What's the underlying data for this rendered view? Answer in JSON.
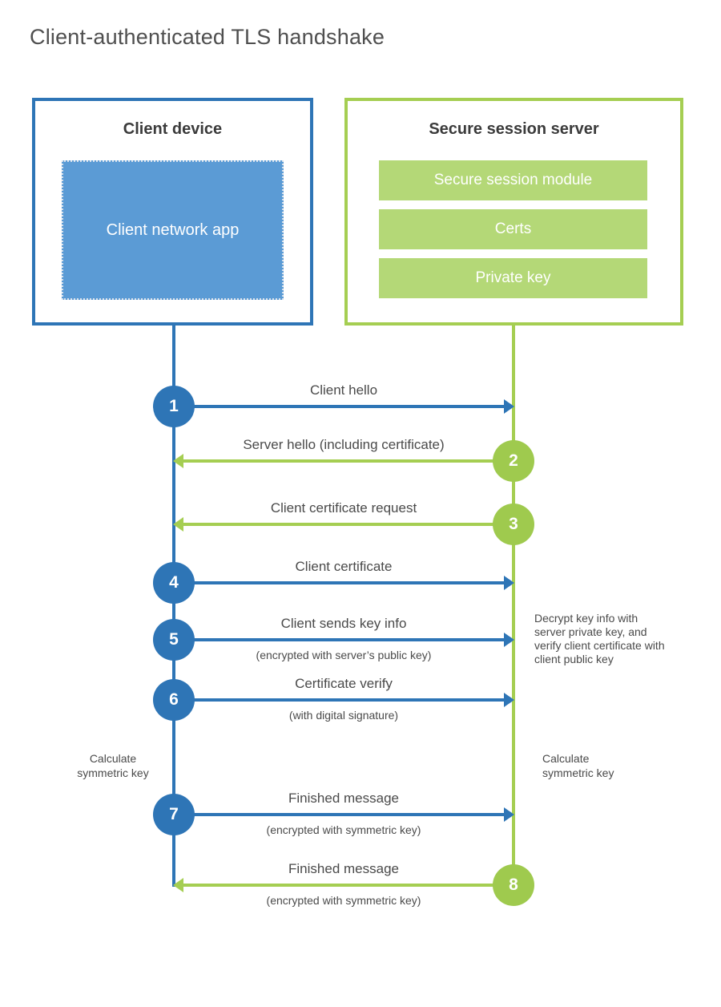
{
  "title": "Client-authenticated TLS handshake",
  "client": {
    "title": "Client device",
    "app_label": "Client network app"
  },
  "server": {
    "title": "Secure session server",
    "modules": [
      "Secure session module",
      "Certs",
      "Private key"
    ]
  },
  "messages": [
    {
      "num": "1",
      "label": "Client hello",
      "sublabel": ""
    },
    {
      "num": "2",
      "label": "Server hello (including certificate)",
      "sublabel": ""
    },
    {
      "num": "3",
      "label": "Client certificate request",
      "sublabel": ""
    },
    {
      "num": "4",
      "label": "Client certificate",
      "sublabel": ""
    },
    {
      "num": "5",
      "label": "Client sends key info",
      "sublabel": "(encrypted with server’s public key)"
    },
    {
      "num": "6",
      "label": "Certificate verify",
      "sublabel": "(with digital signature)"
    },
    {
      "num": "7",
      "label": "Finished message",
      "sublabel": "(encrypted with symmetric key)"
    },
    {
      "num": "8",
      "label": "Finished message",
      "sublabel": "(encrypted with symmetric key)"
    }
  ],
  "annotations": {
    "decrypt_note": "Decrypt key info with server private key, and verify client certificate with client public key",
    "calc_left": "Calculate symmetric key",
    "calc_right": "Calculate symmetric key"
  },
  "colors": {
    "client_blue": "#2e75b6",
    "client_fill": "#5b9bd5",
    "server_green": "#a5ce52",
    "server_fill": "#b4d877",
    "server_circle_green": "#9fca4e",
    "text_gray": "#4a4a4a"
  }
}
